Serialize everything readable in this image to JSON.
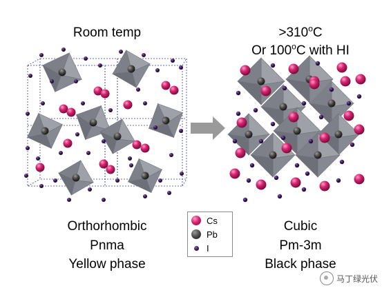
{
  "left": {
    "heading": "Room temp",
    "name": "Orthorhombic",
    "space_group": "Pnma",
    "phase": "Yellow phase"
  },
  "right": {
    "heading_line1_prefix": ">310",
    "heading_line1_sup": "o",
    "heading_line1_suffix": "C",
    "heading_line2_prefix": "Or 100",
    "heading_line2_sup": "o",
    "heading_line2_suffix": "C with HI",
    "name": "Cubic",
    "space_group": "Pm-3m",
    "phase": "Black phase"
  },
  "legend": [
    {
      "label": "Cs",
      "color": "#d6246f",
      "icon": "cs-atom-icon"
    },
    {
      "label": "Pb",
      "color": "#4a4a4a",
      "icon": "pb-atom-icon"
    },
    {
      "label": "I",
      "color": "#3d1a5c",
      "icon": "i-atom-icon"
    }
  ],
  "colors": {
    "octahedron": "#8a8d95",
    "cs": "#d6246f",
    "pb": "#4a4a4a",
    "iodine": "#3d1a5c",
    "arrow": "#9a9a9a",
    "cell_lines": "#3a3ab8"
  },
  "watermark": "马丁绿光伏"
}
